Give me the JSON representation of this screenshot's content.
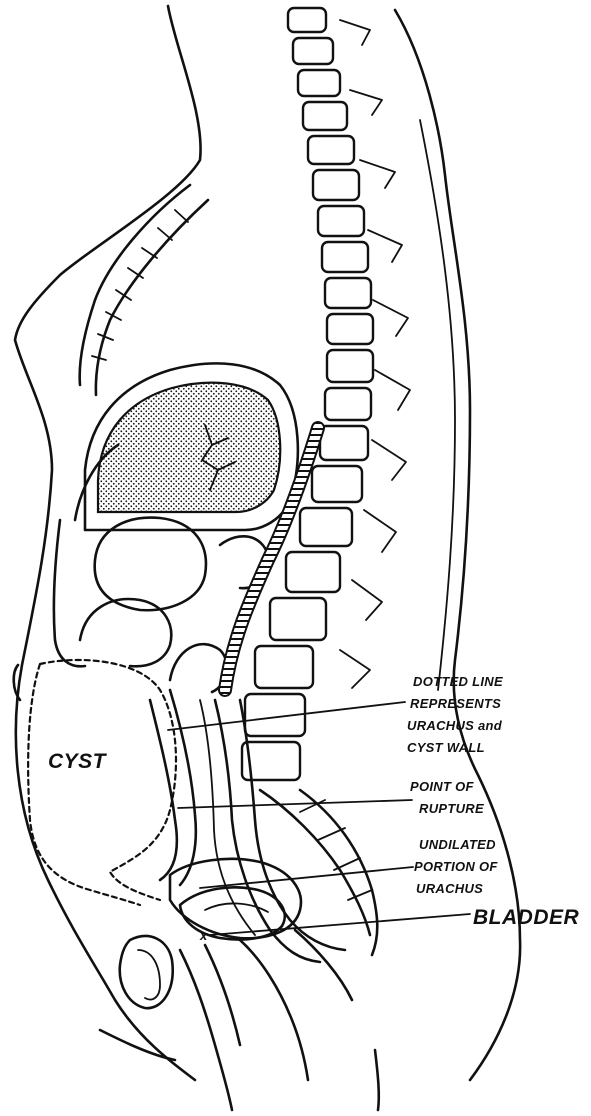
{
  "labels": {
    "cyst": "CYST",
    "urachus": [
      "DOTTED LINE",
      "REPRESENTS",
      "URACHUS and",
      "CYST WALL"
    ],
    "rupture": [
      "POINT OF",
      "RUPTURE"
    ],
    "undilated": [
      "UNDILATED",
      "PORTION OF",
      "URACHUS"
    ],
    "bladder": "BLADDER"
  },
  "marker": "x",
  "colors": {
    "ink": "#111111",
    "paper": "#ffffff"
  }
}
